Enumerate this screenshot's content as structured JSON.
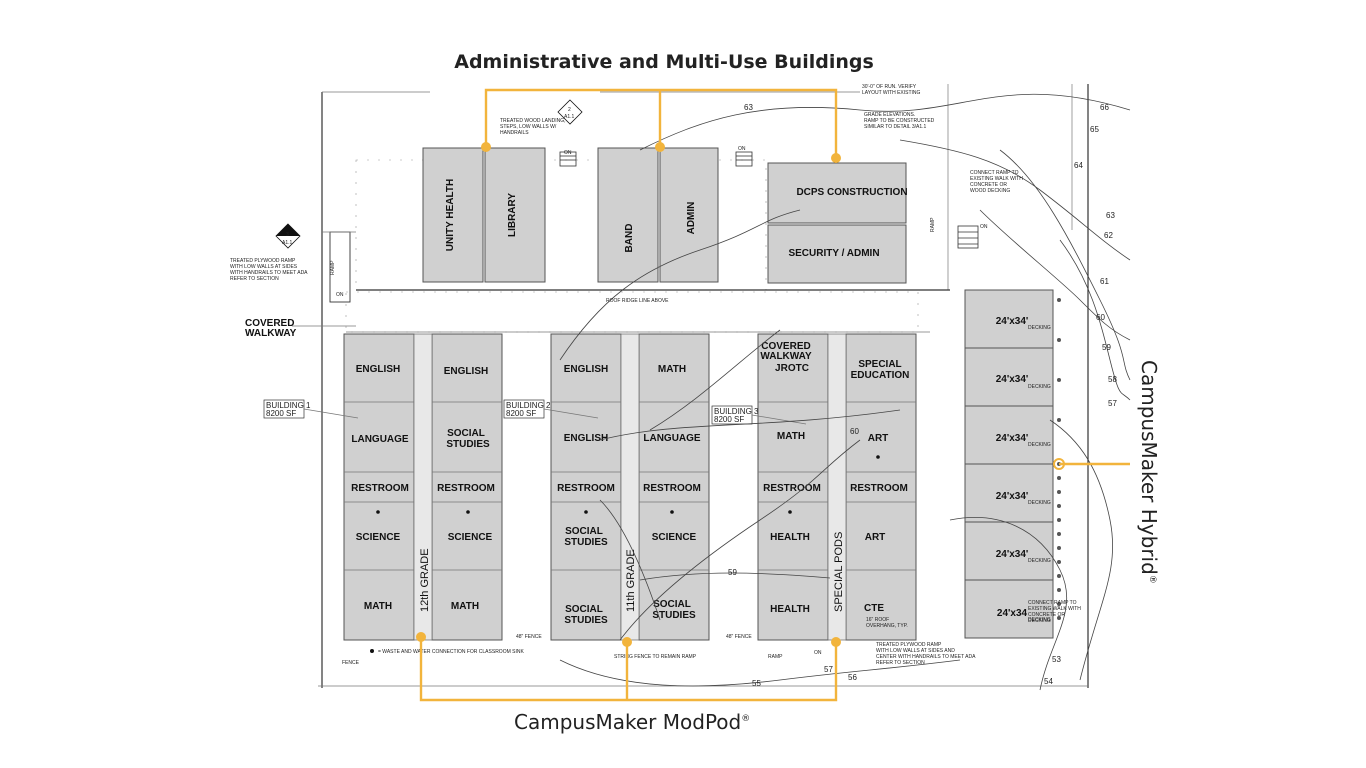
{
  "callouts": {
    "admin": "Administrative and Multi-Use Buildings",
    "modpod": "CampusMaker ModPod",
    "hybrid": "CampusMaker Hybrid",
    "reg": "®",
    "color": "#f2b43c"
  },
  "admin_buildings": {
    "unity_health": "UNITY HEALTH",
    "library": "LIBRARY",
    "band": "BAND",
    "admin": "ADMIN",
    "dcps": "DCPS CONSTRUCTION",
    "security": "SECURITY / ADMIN"
  },
  "building1": {
    "tag_line1": "BUILDING 1",
    "tag_line2": "8200 SF",
    "left": [
      "ENGLISH",
      "LANGUAGE",
      "RESTROOM",
      "SCIENCE",
      "MATH"
    ],
    "right": [
      "ENGLISH",
      "SOCIAL",
      "STUDIES",
      "RESTROOM",
      "SCIENCE",
      "MATH"
    ],
    "corridor": "12th GRADE"
  },
  "building2": {
    "tag_line1": "BUILDING 2",
    "tag_line2": "8200 SF",
    "left": [
      "ENGLISH",
      "ENGLISH",
      "RESTROOM",
      "SOCIAL",
      "STUDIES",
      "SOCIAL",
      "STUDIES"
    ],
    "right": [
      "MATH",
      "LANGUAGE",
      "RESTROOM",
      "SCIENCE",
      "SOCIAL",
      "STUDIES"
    ],
    "corridor": "11th GRADE"
  },
  "building3": {
    "tag_line1": "BUILDING 3",
    "tag_line2": "8200 SF",
    "left": [
      "COVERED",
      "WALKWAY",
      "JROTC",
      "MATH",
      "RESTROOM",
      "HEALTH",
      "HEALTH"
    ],
    "right": [
      "SPECIAL",
      "EDUCATION",
      "ART",
      "RESTROOM",
      "ART",
      "CTE"
    ],
    "corridor": "SPECIAL PODS"
  },
  "hybrid_units": [
    "24'x34'",
    "24'x34'",
    "24'x34'",
    "24'x34'",
    "24'x34'",
    "24'x34"
  ],
  "decking": "DECKING",
  "covered_walkway": [
    "COVERED",
    "WALKWAY"
  ],
  "notes": {
    "treated_landing": [
      "TREATED WOOD LANDING,",
      "STEPS, LOW WALLS W/",
      "HANDRAILS"
    ],
    "plywood_ramp": [
      "TREATED PLYWOOD RAMP",
      "WITH LOW WALLS AT SIDES",
      "WITH HANDRAILS TO MEET ADA",
      "REFER TO SECTION"
    ],
    "grade_elev": [
      "GRADE ELEVATIONS.",
      "RAMP TO BE CONSTRUCTED",
      "SIMILAR TO DETAIL 3/A1.1"
    ],
    "run_verify": [
      "30'-0\" OF RUN. VERIFY",
      "LAYOUT WITH EXISTING"
    ],
    "connect_ramp": [
      "CONNECT RAMP TO",
      "EXISTING WALK WITH",
      "CONCRETE OR",
      "WOOD DECKING"
    ],
    "bottom_ramp": [
      "TREATED PLYWOOD RAMP",
      "WITH LOW WALLS AT SIDES AND",
      "CENTER WITH HANDRAILS TO MEET ADA",
      "REFER TO SECTION"
    ],
    "connect_ramp2": [
      "CONNECT RAMP TO",
      "EXISTING WALK WITH",
      "CONCRETE OR",
      "DECKING"
    ],
    "roof_ridge": "ROOF RIDGE LINE ABOVE",
    "roof_overhang": [
      "16\" ROOF",
      "OVERHANG, TYP."
    ],
    "waste_water": "= WASTE AND WATER CONNECTION FOR CLASSROOM SINK",
    "fence48": "48\" FENCE",
    "fence": "FENCE",
    "ramp": "RAMP",
    "on": "ON",
    "detail1": [
      "2",
      "A1.1"
    ],
    "detail2": [
      "3",
      "A1.1"
    ],
    "remain_ramp": "STRING FENCE TO REMAIN RAMP"
  },
  "contours": [
    "63",
    "65",
    "66",
    "64",
    "63",
    "62",
    "61",
    "60",
    "59",
    "58",
    "57",
    "60",
    "59",
    "57",
    "56",
    "55",
    "54",
    "53"
  ]
}
